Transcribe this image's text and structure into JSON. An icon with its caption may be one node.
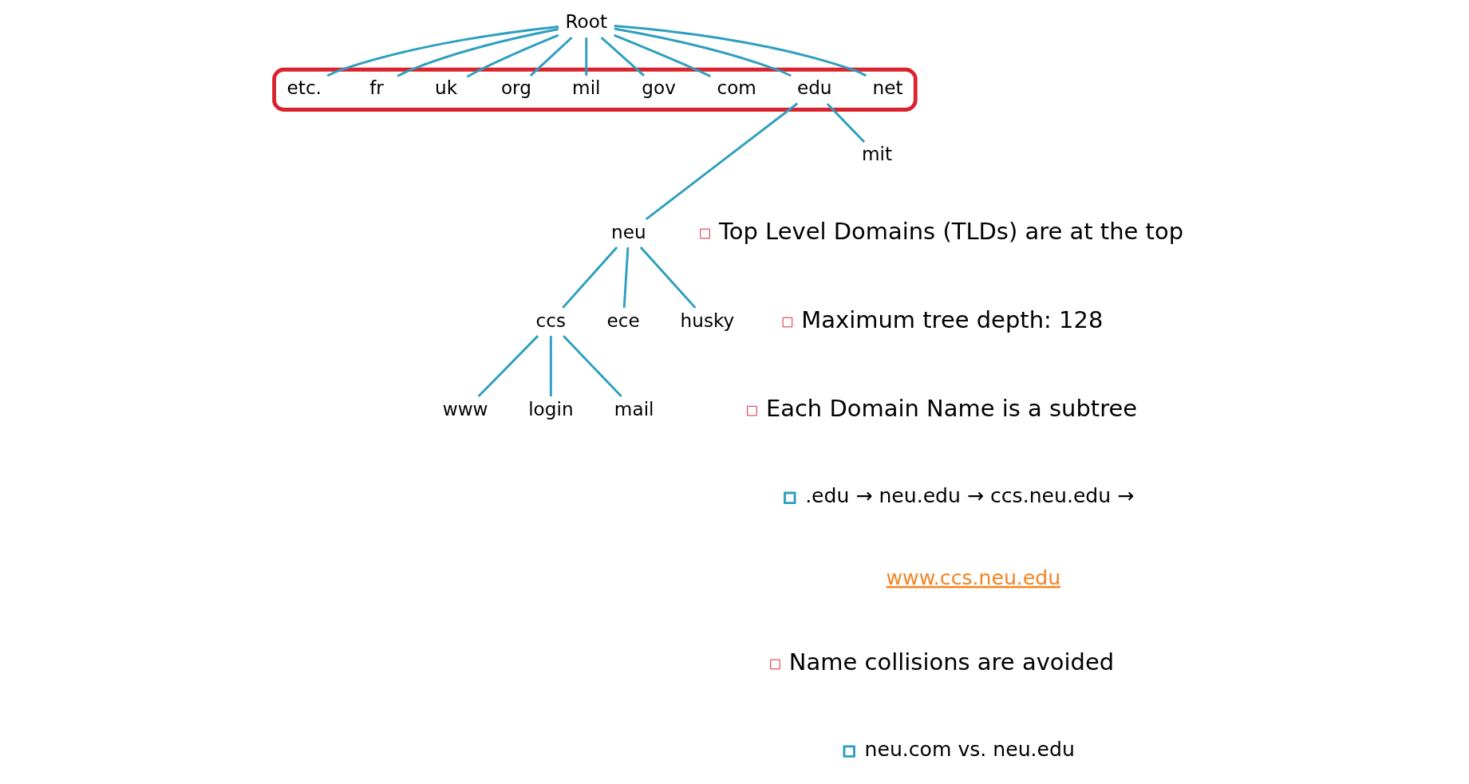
{
  "diagram": {
    "nodes": [
      {
        "text": [
          "Root"
        ]
      },
      {
        "text": [],
        "shape": "box"
      },
      {
        "text": [
          "net"
        ],
        "in": 1
      },
      {
        "text": [
          "edu"
        ],
        "in": 1
      },
      {
        "text": [
          "com"
        ],
        "in": 1
      },
      {
        "text": [
          "gov"
        ],
        "in": 1
      },
      {
        "text": [
          "mil"
        ],
        "in": 1
      },
      {
        "text": [
          "org"
        ],
        "in": 1
      },
      {
        "text": [
          "uk"
        ],
        "in": 1
      },
      {
        "text": [
          "fr"
        ],
        "in": 1
      },
      {
        "text": [
          "etc."
        ],
        "in": 1
      },
      {
        "text": [
          "neu"
        ]
      },
      {
        "text": [
          "mit"
        ]
      },
      {
        "text": [
          "ccs"
        ]
      },
      {
        "text": [
          "ece"
        ]
      },
      {
        "text": [
          "husky"
        ]
      },
      {
        "text": [
          "www"
        ]
      },
      {
        "text": [
          "login"
        ]
      },
      {
        "text": [
          "mail"
        ]
      }
    ],
    "edges": [
      {
        "from": 0,
        "to": 2,
        "arrow": "none"
      },
      {
        "from": 0,
        "to": 3,
        "arrow": "none"
      },
      {
        "from": 0,
        "to": 4,
        "arrow": "none"
      },
      {
        "from": 0,
        "to": 5,
        "arrow": "none"
      },
      {
        "from": 0,
        "to": 6,
        "arrow": "none"
      },
      {
        "from": 0,
        "to": 7,
        "arrow": "none"
      },
      {
        "from": 0,
        "to": 8,
        "arrow": "none"
      },
      {
        "from": 0,
        "to": 9,
        "arrow": "none"
      },
      {
        "from": 0,
        "to": 10,
        "arrow": "none"
      },
      {
        "from": 3,
        "to": 11,
        "arrow": "none"
      },
      {
        "from": 3,
        "to": 12,
        "arrow": "none"
      },
      {
        "from": 11,
        "to": 13,
        "arrow": "none"
      },
      {
        "from": 11,
        "to": 14,
        "arrow": "none"
      },
      {
        "from": 11,
        "to": 15,
        "arrow": "none"
      },
      {
        "from": 13,
        "to": 16,
        "arrow": "none"
      },
      {
        "from": 13,
        "to": 17,
        "arrow": "none"
      },
      {
        "from": 13,
        "to": 18,
        "arrow": "none"
      }
    ],
    "labels": [
      "Top Level Domains (TLDs) are at the top",
      "Maximum tree depth: 128",
      "Each Domain Name is a subtree",
      ".edu → neu.edu → ccs.neu.edu →",
      "www.ccs.neu.edu",
      "Name collisions are avoided",
      "neu.com vs. neu.edu"
    ]
  }
}
